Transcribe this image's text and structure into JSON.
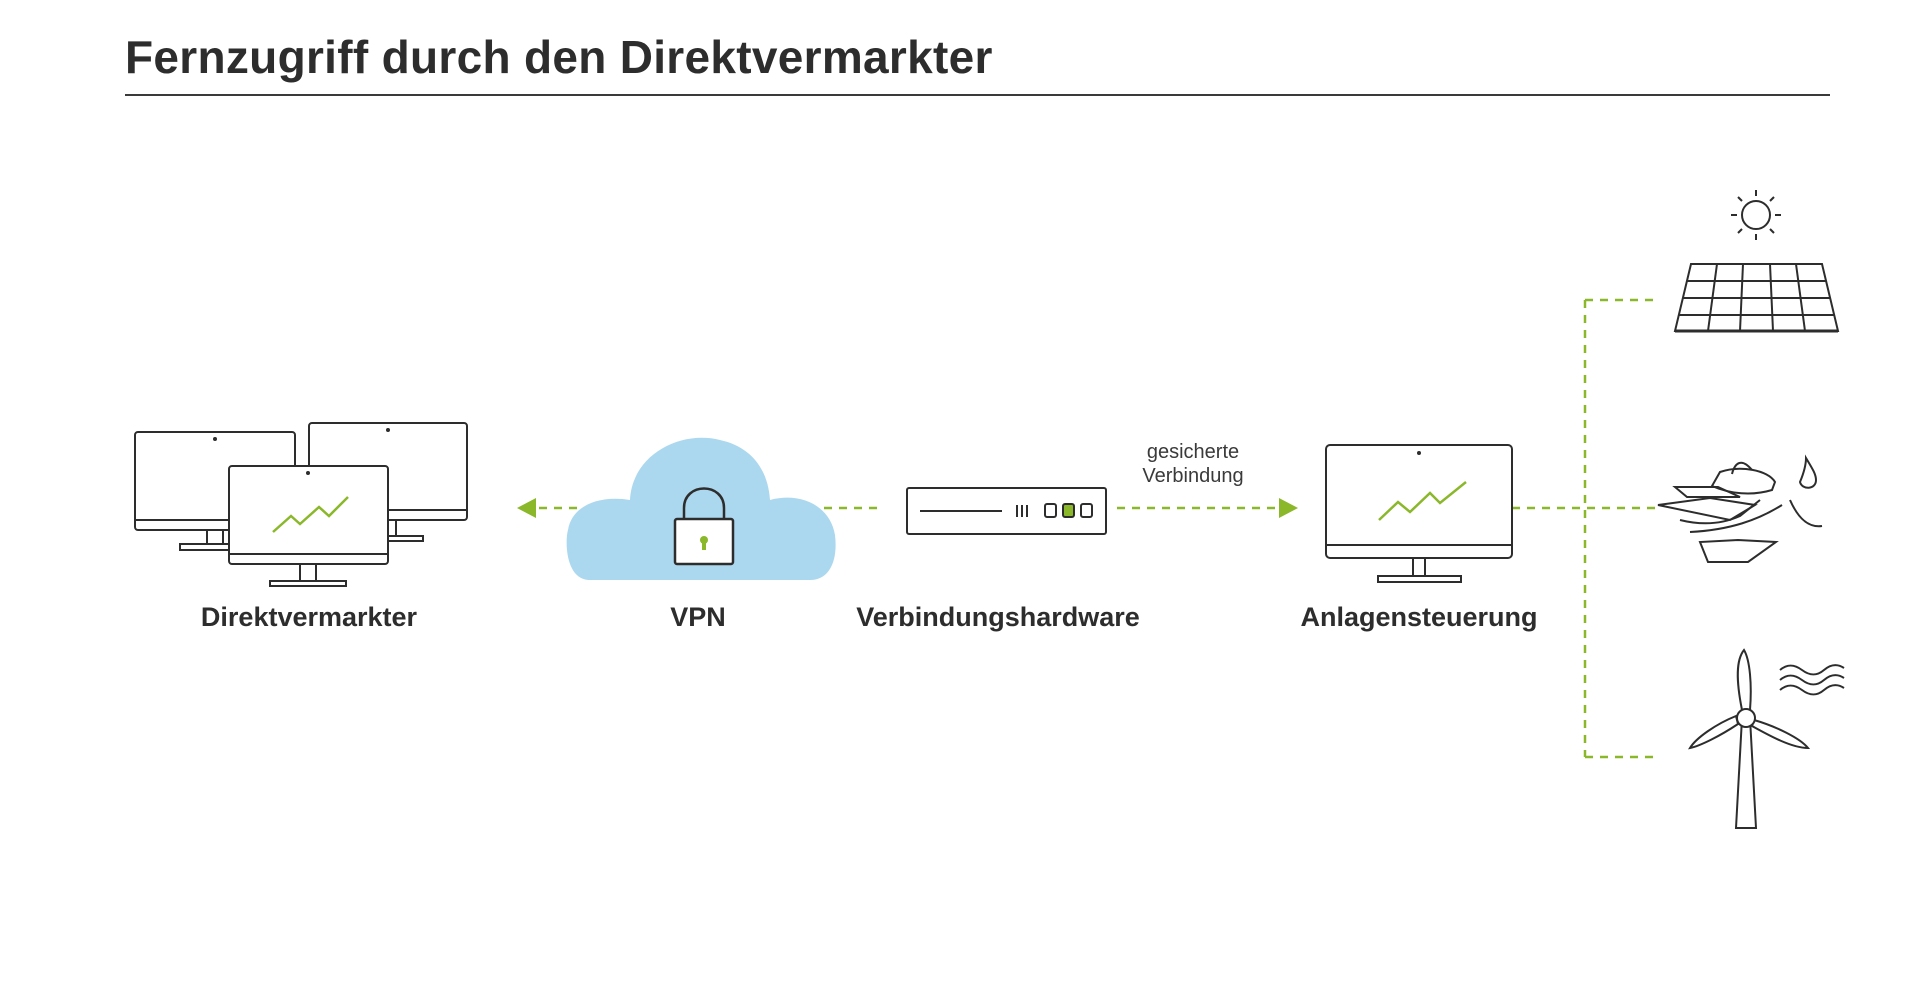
{
  "title": "Fernzugriff durch den Direktvermarkter",
  "nodes": [
    {
      "id": "direktvermarkter",
      "label": "Direktvermarkter",
      "icon": "monitor-group-icon"
    },
    {
      "id": "vpn",
      "label": "VPN",
      "icon": "cloud-lock-icon"
    },
    {
      "id": "hardware",
      "label": "Verbindungshardware",
      "icon": "router-device-icon"
    },
    {
      "id": "anlagensteuerung",
      "label": "Anlagensteuerung",
      "icon": "monitor-chart-icon"
    }
  ],
  "connection": {
    "line1": "gesicherte",
    "line2": "Verbindung"
  },
  "sources": [
    {
      "id": "solar",
      "icon": "solar-panel-sun-icon"
    },
    {
      "id": "hydro",
      "icon": "hydro-turbine-icon"
    },
    {
      "id": "wind",
      "icon": "wind-turbine-icon"
    }
  ],
  "colors": {
    "accent_green": "#8ab82a",
    "cloud_blue": "#abd8ee",
    "line_dark": "#2d2d2d"
  }
}
